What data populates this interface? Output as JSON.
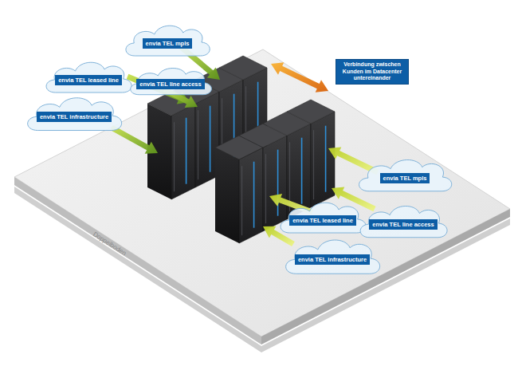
{
  "diagram": {
    "nodes": [
      {
        "text": [
          "envia TEL mpls"
        ]
      },
      {
        "text": [
          "envia TEL leased line"
        ]
      },
      {
        "text": [
          "envia TEL line access"
        ]
      },
      {
        "text": [
          "envia TEL infrastructure"
        ]
      },
      {
        "text": [
          "Verbindung zwischen Kunden im Datacenter untereinander"
        ]
      },
      {
        "text": [
          "envia TEL mpls"
        ]
      },
      {
        "text": [
          "envia TEL leased line"
        ]
      },
      {
        "text": [
          "envia TEL line access"
        ]
      },
      {
        "text": [
          "envia TEL infrastructure"
        ]
      }
    ],
    "labels": [
      "Doppelboden"
    ]
  }
}
